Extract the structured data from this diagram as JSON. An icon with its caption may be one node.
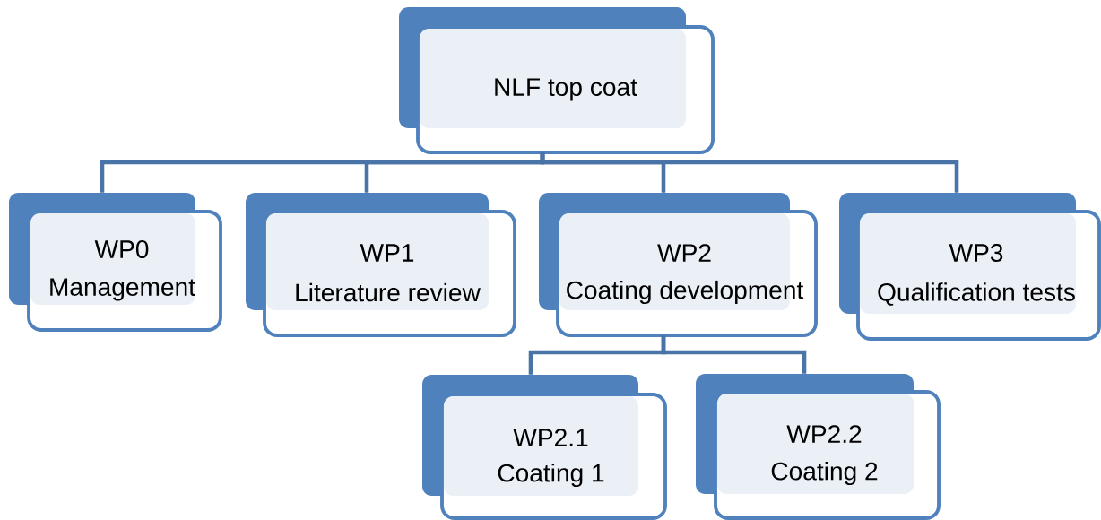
{
  "diagram": {
    "nodes": [
      {
        "text": [
          "NLF top coat"
        ]
      },
      {
        "text": [
          "WP0",
          "Management"
        ]
      },
      {
        "text": [
          "WP1",
          "Literature review"
        ]
      },
      {
        "text": [
          "WP2",
          "Coating development"
        ]
      },
      {
        "text": [
          "WP3",
          "Qualification tests"
        ]
      },
      {
        "text": [
          "WP2.1",
          "Coating 1"
        ]
      },
      {
        "text": [
          "WP2.2",
          "Coating 2"
        ]
      }
    ],
    "edges": [
      {
        "from": 0,
        "to": 1,
        "arrow": "none"
      },
      {
        "from": 0,
        "to": 2,
        "arrow": "none"
      },
      {
        "from": 0,
        "to": 3,
        "arrow": "none"
      },
      {
        "from": 0,
        "to": 4,
        "arrow": "none"
      },
      {
        "from": 3,
        "to": 5,
        "arrow": "none"
      },
      {
        "from": 3,
        "to": 6,
        "arrow": "none"
      }
    ]
  }
}
